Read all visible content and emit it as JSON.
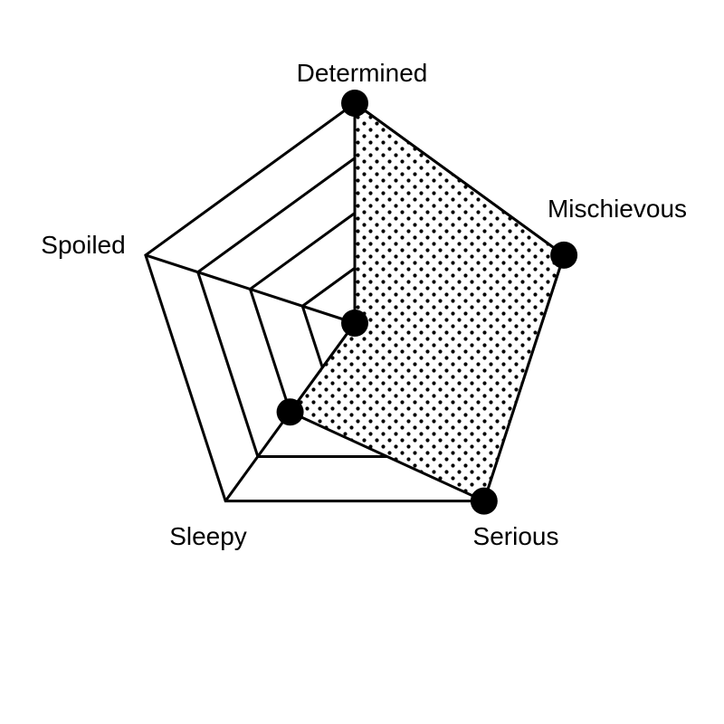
{
  "chart_data": {
    "type": "radar",
    "axes": [
      "Determined",
      "Mischievous",
      "Serious",
      "Sleepy",
      "Spoiled"
    ],
    "values": [
      1.0,
      1.0,
      1.0,
      0.5,
      0.0
    ],
    "range": [
      0,
      1
    ],
    "grid_levels": 4,
    "grid": true,
    "legend": "none",
    "fill_pattern": "dots",
    "colors": {
      "line": "#000000",
      "fill_dots": "#000000",
      "background": "#ffffff"
    }
  }
}
